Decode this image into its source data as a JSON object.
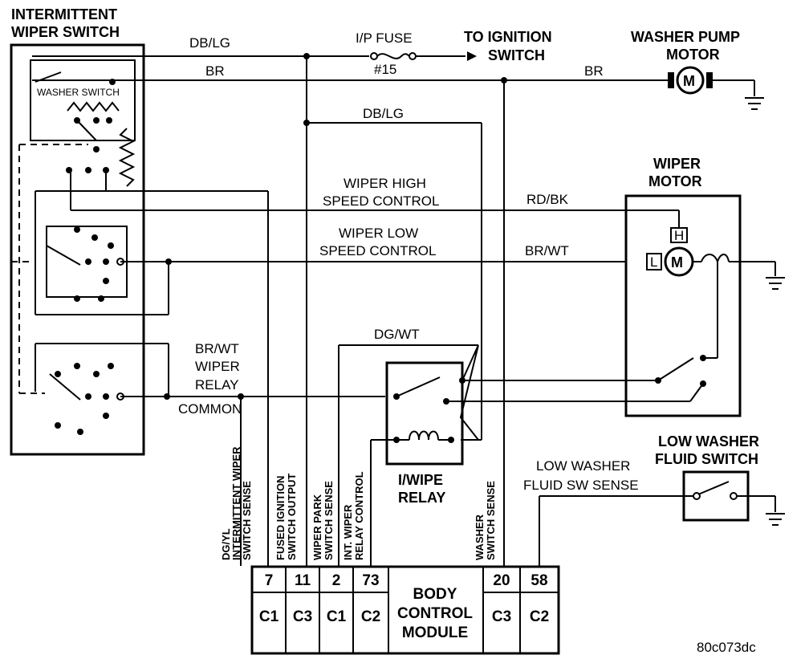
{
  "components": {
    "intermittent_switch": {
      "line1": "INTERMITTENT",
      "line2": "WIPER SWITCH",
      "washer_switch": "WASHER SWITCH"
    },
    "ip_fuse": {
      "line1": "I/P FUSE",
      "line2": "#15"
    },
    "to_ignition": {
      "line1": "TO IGNITION",
      "line2": "SWITCH"
    },
    "washer_pump_motor": {
      "line1": "WASHER PUMP",
      "line2": "MOTOR",
      "symbol": "M"
    },
    "wiper_motor": {
      "line1": "WIPER",
      "line2": "MOTOR",
      "symbol": "M",
      "high": "H",
      "low": "L"
    },
    "iwipe_relay": {
      "line1": "I/WIPE",
      "line2": "RELAY"
    },
    "low_washer_fluid_switch": {
      "line1": "LOW WASHER",
      "line2": "FLUID SWITCH"
    },
    "body_control_module": {
      "line1": "BODY",
      "line2": "CONTROL",
      "line3": "MODULE"
    }
  },
  "wires": {
    "db_lg_top": "DB/LG",
    "br_top": "BR",
    "db_lg_mid": "DB/LG",
    "br_right": "BR",
    "high_speed_line1": "WIPER HIGH",
    "high_speed_line2": "SPEED CONTROL",
    "rd_bk": "RD/BK",
    "low_speed_line1": "WIPER LOW",
    "low_speed_line2": "SPEED CONTROL",
    "br_wt_right": "BR/WT",
    "dg_wt": "DG/WT",
    "br_wt_left": "BR/WT",
    "wiper": "WIPER",
    "relay": "RELAY",
    "common": "COMMON",
    "low_washer_line1": "LOW WASHER",
    "low_washer_line2": "FLUID SW SENSE"
  },
  "vertical_labels": {
    "v1a": "DG/YL",
    "v1b": "INTERMITTENT WIPER",
    "v1c": "SWITCH SENSE",
    "v2a": "FUSED IGNITION",
    "v2b": "SWITCH OUTPUT",
    "v3a": "WIPER PARK",
    "v3b": "SWITCH SENSE",
    "v4a": "INT. WIPER",
    "v4b": "RELAY CONTROL",
    "v5a": "WASHER",
    "v5b": "SWITCH SENSE"
  },
  "connector_pins": [
    {
      "pin": "7",
      "conn": "C1"
    },
    {
      "pin": "11",
      "conn": "C3"
    },
    {
      "pin": "2",
      "conn": "C1"
    },
    {
      "pin": "73",
      "conn": "C2"
    },
    {
      "pin": "20",
      "conn": "C3"
    },
    {
      "pin": "58",
      "conn": "C2"
    }
  ],
  "figure_id": "80c073dc"
}
